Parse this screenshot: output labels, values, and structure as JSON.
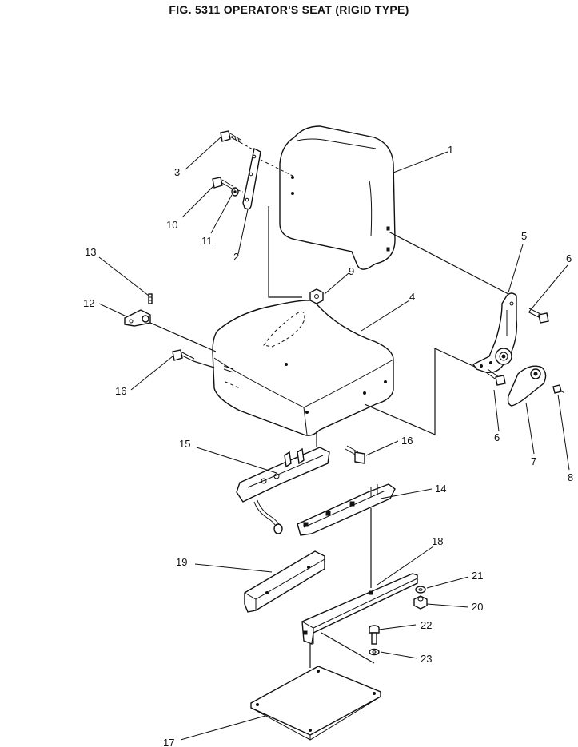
{
  "title": "FIG. 5311  OPERATOR'S SEAT (RIGID TYPE)",
  "callouts": [
    {
      "id": "1",
      "label": "1"
    },
    {
      "id": "2",
      "label": "2"
    },
    {
      "id": "3",
      "label": "3"
    },
    {
      "id": "4",
      "label": "4"
    },
    {
      "id": "5",
      "label": "5"
    },
    {
      "id": "6a",
      "label": "6"
    },
    {
      "id": "6b",
      "label": "6"
    },
    {
      "id": "7",
      "label": "7"
    },
    {
      "id": "8",
      "label": "8"
    },
    {
      "id": "9",
      "label": "9"
    },
    {
      "id": "10",
      "label": "10"
    },
    {
      "id": "11",
      "label": "11"
    },
    {
      "id": "12",
      "label": "12"
    },
    {
      "id": "13",
      "label": "13"
    },
    {
      "id": "14",
      "label": "14"
    },
    {
      "id": "15",
      "label": "15"
    },
    {
      "id": "16a",
      "label": "16"
    },
    {
      "id": "16b",
      "label": "16"
    },
    {
      "id": "17",
      "label": "17"
    },
    {
      "id": "18",
      "label": "18"
    },
    {
      "id": "19",
      "label": "19"
    },
    {
      "id": "20",
      "label": "20"
    },
    {
      "id": "21",
      "label": "21"
    },
    {
      "id": "22",
      "label": "22"
    },
    {
      "id": "23",
      "label": "23"
    }
  ]
}
